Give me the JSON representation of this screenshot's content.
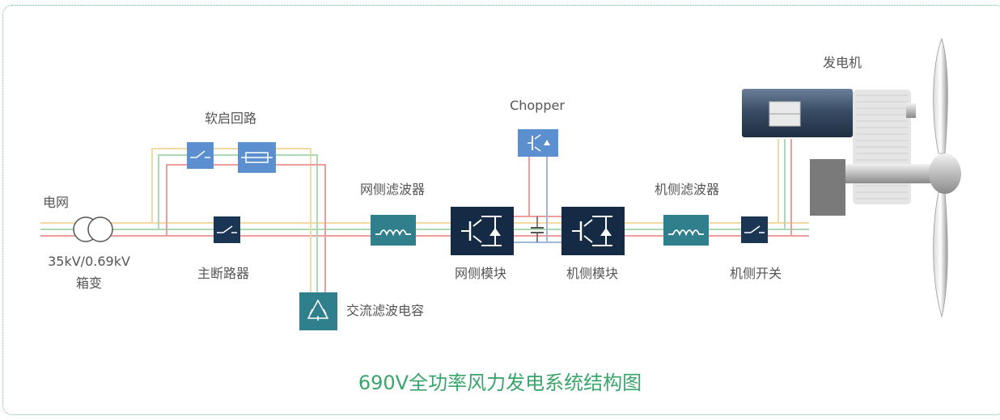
{
  "labels": {
    "generator": "发电机",
    "soft_start": "软启回路",
    "chopper": "Chopper",
    "grid_label": "电网",
    "grid_filter": "网侧滤波器",
    "machine_filter": "机侧滤波器",
    "transformer_rating": "35kV/0.69kV",
    "transformer_name": "箱变",
    "main_breaker": "主断路器",
    "grid_module": "网侧模块",
    "machine_module": "机侧模块",
    "machine_switch": "机侧开关",
    "ac_filter_cap": "交流滤波电容"
  },
  "caption": "690V全功率风力发电系统结构图",
  "colors": {
    "line_yellow": "#f3d9a2",
    "line_green": "#a9dab3",
    "line_red": "#ef9c9c",
    "line_blue": "#9fb7d8",
    "block_dark": "#1b3554",
    "block_teal": "#2f7f8d",
    "block_light": "#5b8fd0",
    "caption_green": "#3aa56b",
    "frame_green": "#6bbf8f"
  },
  "icons": [
    "transformer-icon",
    "switch-icon",
    "fuse-icon",
    "breaker-icon",
    "inductor-icon",
    "igbt-icon",
    "capacitor-icon",
    "chopper-icon",
    "filter-capacitor-icon",
    "generator-icon",
    "gearbox-icon",
    "turbine-blade-icon"
  ]
}
